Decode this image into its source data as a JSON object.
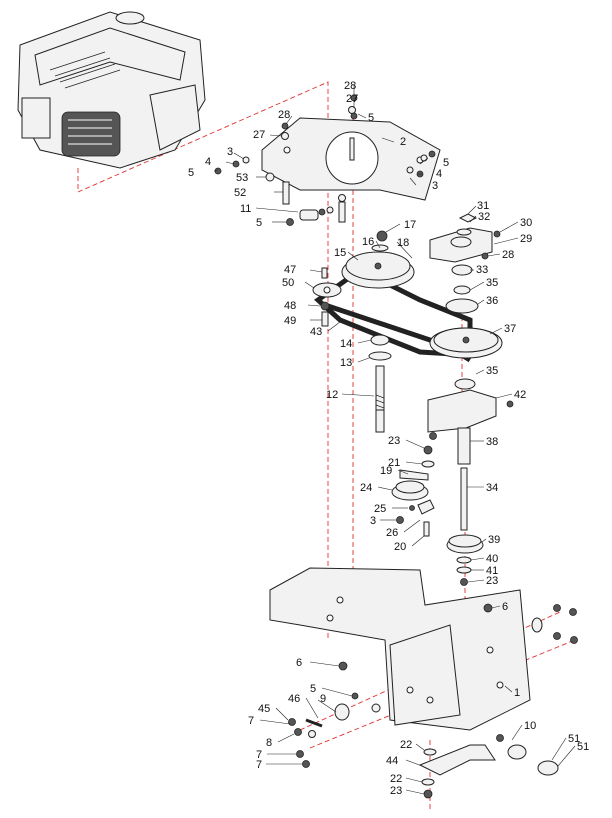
{
  "diagram": {
    "callouts": [
      {
        "id": "c28a",
        "text": "28"
      },
      {
        "id": "c27a",
        "text": "27"
      },
      {
        "id": "c5a",
        "text": "5"
      },
      {
        "id": "c28b",
        "text": "28"
      },
      {
        "id": "c27b",
        "text": "27"
      },
      {
        "id": "c2",
        "text": "2"
      },
      {
        "id": "c3a",
        "text": "3"
      },
      {
        "id": "c4a",
        "text": "4"
      },
      {
        "id": "c5b",
        "text": "5"
      },
      {
        "id": "c53",
        "text": "53"
      },
      {
        "id": "c52",
        "text": "52"
      },
      {
        "id": "c5c",
        "text": "5"
      },
      {
        "id": "c4b",
        "text": "4"
      },
      {
        "id": "c3b",
        "text": "3"
      },
      {
        "id": "c11",
        "text": "11"
      },
      {
        "id": "c5d",
        "text": "5"
      },
      {
        "id": "c17",
        "text": "17"
      },
      {
        "id": "c31",
        "text": "31"
      },
      {
        "id": "c32",
        "text": "32"
      },
      {
        "id": "c30",
        "text": "30"
      },
      {
        "id": "c29",
        "text": "29"
      },
      {
        "id": "c16",
        "text": "16"
      },
      {
        "id": "c18",
        "text": "18"
      },
      {
        "id": "c15",
        "text": "15"
      },
      {
        "id": "c28c",
        "text": "28"
      },
      {
        "id": "c33",
        "text": "33"
      },
      {
        "id": "c47",
        "text": "47"
      },
      {
        "id": "c50",
        "text": "50"
      },
      {
        "id": "c35a",
        "text": "35"
      },
      {
        "id": "c36",
        "text": "36"
      },
      {
        "id": "c48",
        "text": "48"
      },
      {
        "id": "c49",
        "text": "49"
      },
      {
        "id": "c37",
        "text": "37"
      },
      {
        "id": "c43",
        "text": "43"
      },
      {
        "id": "c14",
        "text": "14"
      },
      {
        "id": "c13",
        "text": "13"
      },
      {
        "id": "c35b",
        "text": "35"
      },
      {
        "id": "c12",
        "text": "12"
      },
      {
        "id": "c42",
        "text": "42"
      },
      {
        "id": "c23a",
        "text": "23"
      },
      {
        "id": "c38",
        "text": "38"
      },
      {
        "id": "c21",
        "text": "21"
      },
      {
        "id": "c19",
        "text": "19"
      },
      {
        "id": "c24",
        "text": "24"
      },
      {
        "id": "c34",
        "text": "34"
      },
      {
        "id": "c25",
        "text": "25"
      },
      {
        "id": "c3c",
        "text": "3"
      },
      {
        "id": "c26",
        "text": "26"
      },
      {
        "id": "c20",
        "text": "20"
      },
      {
        "id": "c39",
        "text": "39"
      },
      {
        "id": "c40",
        "text": "40"
      },
      {
        "id": "c41",
        "text": "41"
      },
      {
        "id": "c23b",
        "text": "23"
      },
      {
        "id": "c6a",
        "text": "6"
      },
      {
        "id": "c6b",
        "text": "6"
      },
      {
        "id": "c1",
        "text": "1"
      },
      {
        "id": "c5e",
        "text": "5"
      },
      {
        "id": "c46",
        "text": "46"
      },
      {
        "id": "c9",
        "text": "9"
      },
      {
        "id": "c45",
        "text": "45"
      },
      {
        "id": "c7a",
        "text": "7"
      },
      {
        "id": "c8",
        "text": "8"
      },
      {
        "id": "c10",
        "text": "10"
      },
      {
        "id": "c51a",
        "text": "51"
      },
      {
        "id": "c22a",
        "text": "22"
      },
      {
        "id": "c51b",
        "text": "51"
      },
      {
        "id": "c7b",
        "text": "7"
      },
      {
        "id": "c7c",
        "text": "7"
      },
      {
        "id": "c44",
        "text": "44"
      },
      {
        "id": "c22b",
        "text": "22"
      },
      {
        "id": "c23c",
        "text": "23"
      }
    ]
  }
}
